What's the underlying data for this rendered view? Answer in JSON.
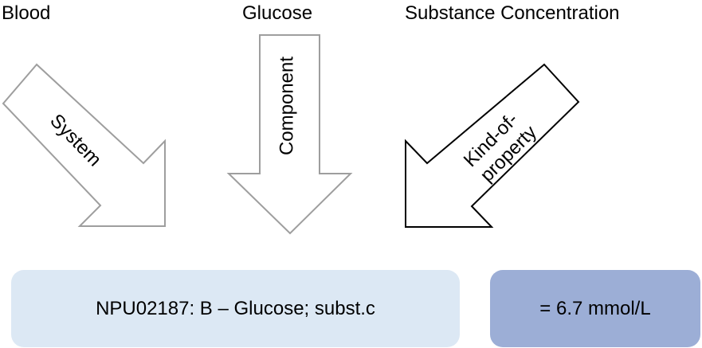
{
  "labels": {
    "system_value": "Blood",
    "component_value": "Glucose",
    "kind_value": "Substance Concentration"
  },
  "arrows": {
    "system": "System",
    "component": "Component",
    "kind_line1": "Kind-of-",
    "kind_line2": "property"
  },
  "result": {
    "code": "NPU02187: B – Glucose; subst.c",
    "value": "= 6.7 mmol/L"
  },
  "colors": {
    "gray_arrow": "#9e9e9e",
    "black_arrow": "#000000",
    "code_box": "#dce8f4",
    "value_box": "#9caed6"
  }
}
